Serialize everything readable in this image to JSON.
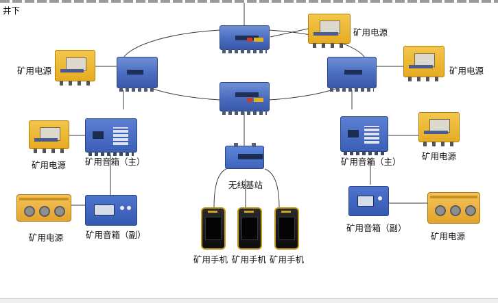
{
  "title": "井下",
  "labels": {
    "power_tr": "矿用电源",
    "power_left": "矿用电源",
    "power_right": "矿用电源",
    "power_ml": "矿用电源",
    "power_mr": "矿用电源",
    "power_bl": "矿用电源",
    "power_br": "矿用电源",
    "speaker_main_left": "矿用音箱（主）",
    "speaker_main_right": "矿用音箱（主）",
    "speaker_sub_left": "矿用音箱（副）",
    "speaker_sub_right": "矿用音箱（副）",
    "base_station": "无线基站",
    "phone_1": "矿用手机",
    "phone_2": "矿用手机",
    "phone_3": "矿用手机"
  },
  "colors": {
    "line": "#3a3a3a",
    "switch_blue": "#4a6cc0",
    "power_yellow": "#e6ac22",
    "phone_trim": "#c49c1c"
  }
}
